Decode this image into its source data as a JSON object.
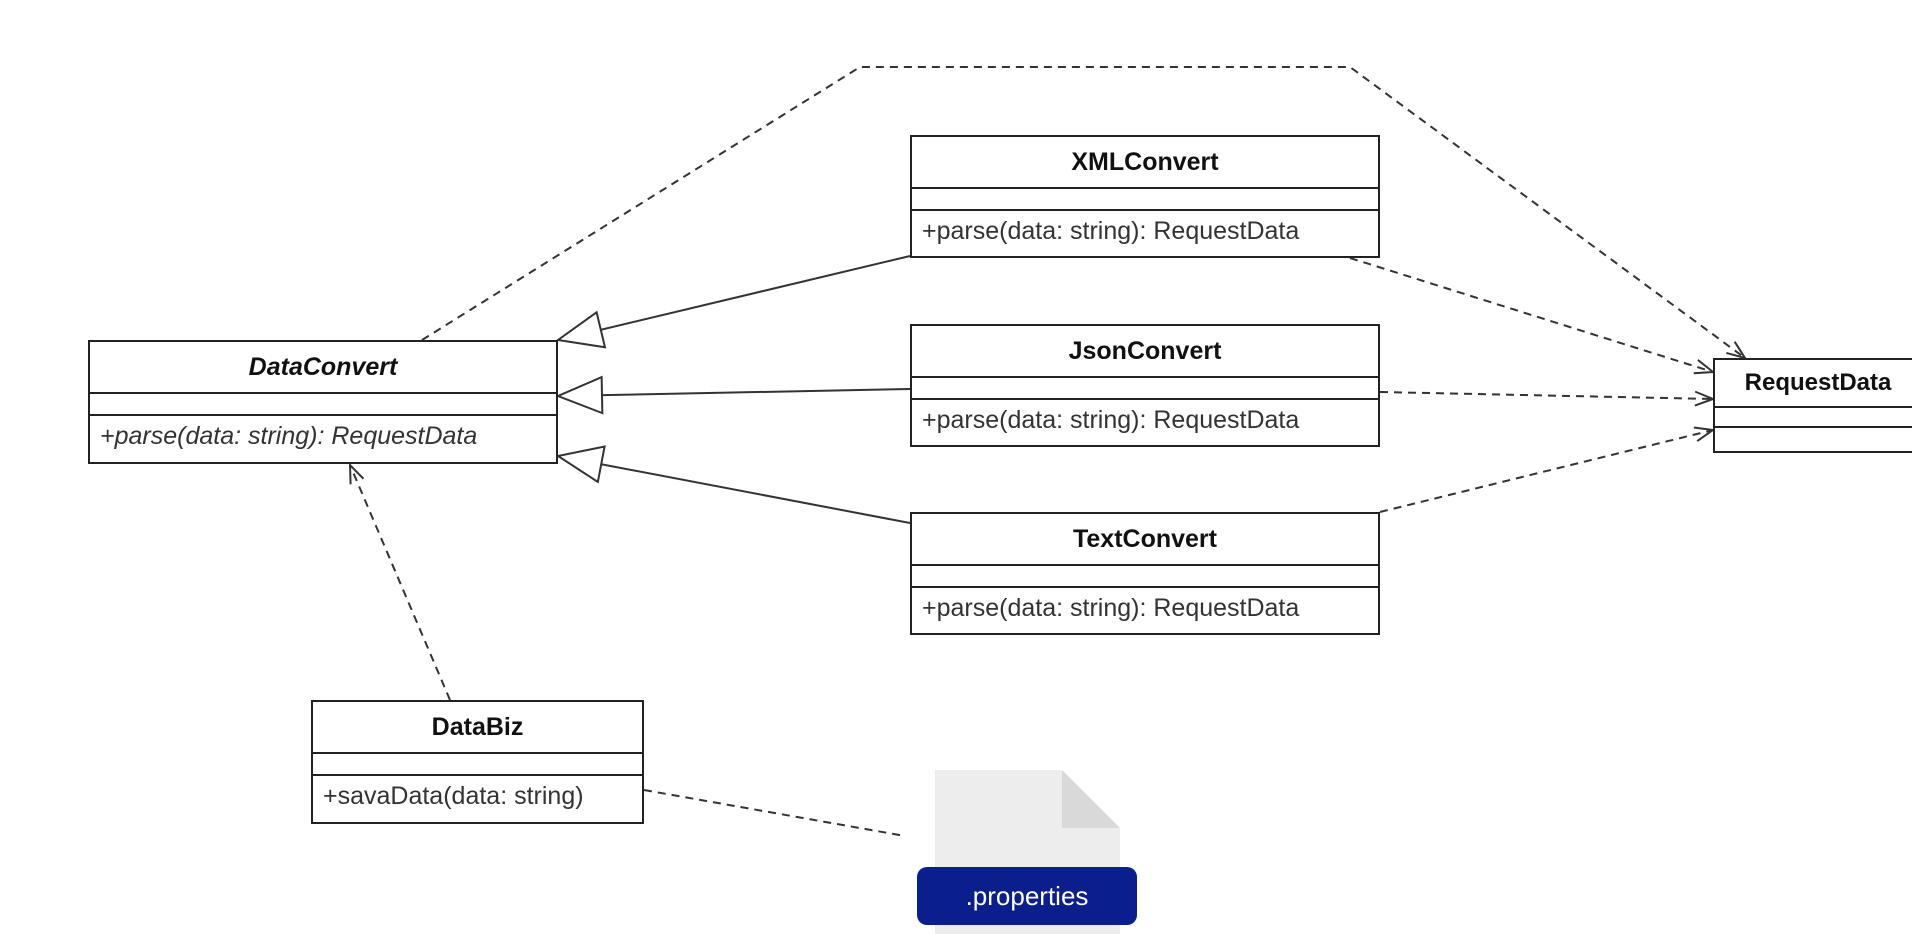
{
  "diagram": {
    "classes": {
      "data_convert": {
        "name": "DataConvert",
        "op": "+parse(data: string): RequestData"
      },
      "xml_convert": {
        "name": "XMLConvert",
        "op": "+parse(data: string): RequestData"
      },
      "json_convert": {
        "name": "JsonConvert",
        "op": "+parse(data: string): RequestData"
      },
      "text_convert": {
        "name": "TextConvert",
        "op": "+parse(data: string): RequestData"
      },
      "data_biz": {
        "name": "DataBiz",
        "op": "+savaData(data: string)"
      },
      "request_data": {
        "name": "RequestData"
      }
    },
    "file": {
      "label": ".properties"
    }
  }
}
